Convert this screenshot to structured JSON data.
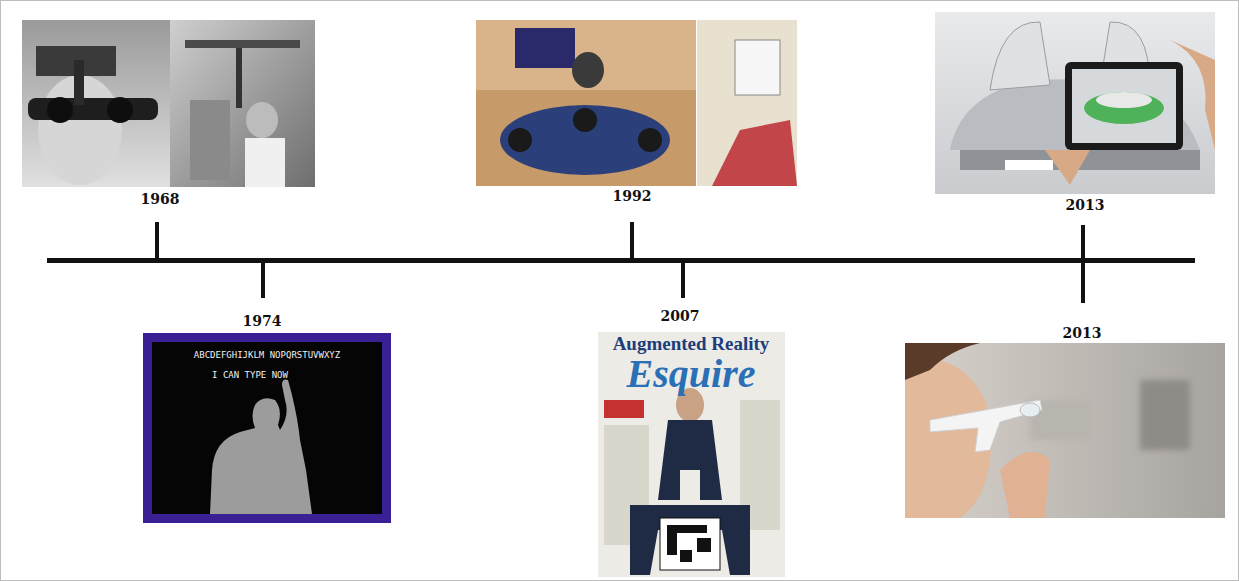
{
  "diagram": {
    "labels": [
      "1968",
      "1992",
      "2013",
      "1974",
      "2007",
      "2013",
      "ABCDEFGHIJKLM NOPQRSTUVWXYZ",
      "I CAN TYPE NOW",
      "Augmented Reality",
      "Esquire"
    ]
  }
}
